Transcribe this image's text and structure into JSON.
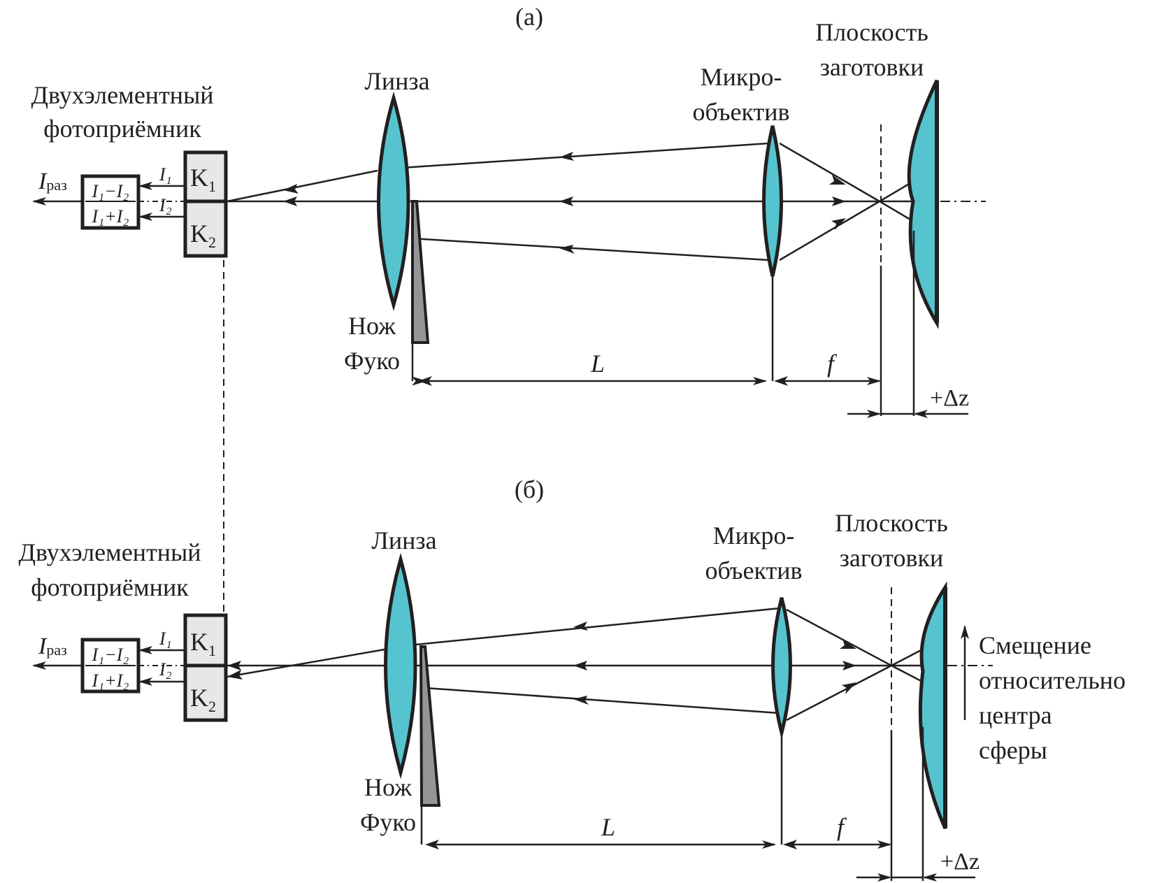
{
  "colors": {
    "lens": "#55c4cf",
    "knife": "#939598",
    "detector": "#e6e7e8",
    "ink": "#231f20"
  },
  "panels": [
    {
      "id": "a",
      "caption": "(а)",
      "detector_label": [
        "Двухэлементный",
        "фотоприёмник"
      ],
      "output_label": {
        "main": "I",
        "sub": "раз"
      },
      "formula": {
        "numerator": "I₁−I₂",
        "denominator": "I₁+I₂"
      },
      "signal_labels": [
        "I₁",
        "I₂"
      ],
      "cells": [
        {
          "main": "K",
          "sub": "1"
        },
        {
          "main": "K",
          "sub": "2"
        }
      ],
      "lens_label": "Линза",
      "knife_label": [
        "Нож",
        "Фуко"
      ],
      "objective_label": [
        "Микро-",
        "объектив"
      ],
      "workpiece_label": [
        "Плоскость",
        "заготовки"
      ],
      "dim_L": "L",
      "dim_f": "f",
      "dim_dz": "+Δz"
    },
    {
      "id": "b",
      "caption": "(б)",
      "detector_label": [
        "Двухэлементный",
        "фотоприёмник"
      ],
      "output_label": {
        "main": "I",
        "sub": "раз"
      },
      "formula": {
        "numerator": "I₁−I₂",
        "denominator": "I₁+I₂"
      },
      "signal_labels": [
        "I₁",
        "I₂"
      ],
      "cells": [
        {
          "main": "K",
          "sub": "1"
        },
        {
          "main": "K",
          "sub": "2"
        }
      ],
      "lens_label": "Линза",
      "knife_label": [
        "Нож",
        "Фуко"
      ],
      "objective_label": [
        "Микро-",
        "объектив"
      ],
      "workpiece_label": [
        "Плоскость",
        "заготовки"
      ],
      "displacement_label": [
        "Смещение",
        "относительно",
        "центра",
        "сферы"
      ],
      "dim_L": "L",
      "dim_f": "f",
      "dim_dz": "+Δz"
    }
  ]
}
